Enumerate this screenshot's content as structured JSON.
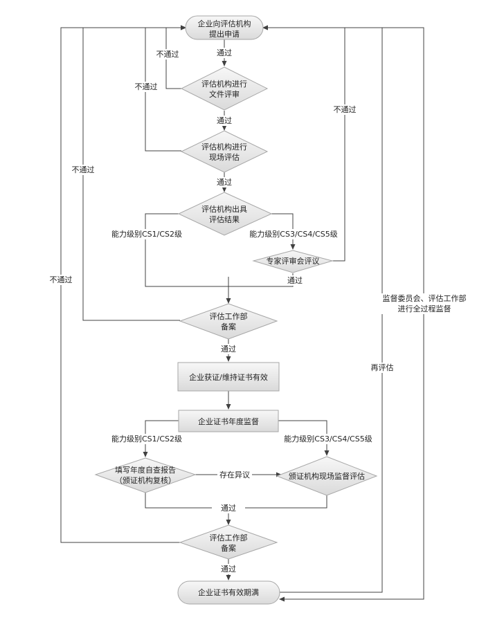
{
  "nodes": {
    "apply": {
      "lines": [
        "企业向评估机构",
        "提出申请"
      ]
    },
    "doc": {
      "lines": [
        "评估机构进行",
        "文件评审"
      ]
    },
    "site": {
      "lines": [
        "评估机构进行",
        "现场评估"
      ]
    },
    "result": {
      "lines": [
        "评估机构出具",
        "评估结果"
      ]
    },
    "expert": {
      "lines": [
        "专家评审会评议"
      ]
    },
    "record1": {
      "lines": [
        "评估工作部",
        "备案"
      ]
    },
    "cert": {
      "lines": [
        "企业获证/维持证书有效"
      ]
    },
    "annual": {
      "lines": [
        "企业证书年度监督"
      ]
    },
    "self": {
      "lines": [
        "填写年度自查报告",
        "（颁证机构复核）"
      ]
    },
    "onsite": {
      "lines": [
        "颁证机构现场监督评估"
      ]
    },
    "record2": {
      "lines": [
        "评估工作部",
        "备案"
      ]
    },
    "expire": {
      "lines": [
        "企业证书有效期满"
      ]
    }
  },
  "labels": {
    "pass_1": "通过",
    "fail_doc": "不通过",
    "pass_2": "通过",
    "fail_site": "不通过",
    "pass_3": "通过",
    "level_low": "能力级别CS1/CS2级",
    "level_high": "能力级别CS3/CS4/CS5级",
    "fail_expert": "不通过",
    "pass_expert": "通过",
    "fail_record1": "不通过",
    "pass_4": "通过",
    "level_low_2": "能力级别CS1/CS2级",
    "level_high_2": "能力级别CS3/CS4/CS5级",
    "dispute": "存在异议",
    "pass_5": "通过",
    "fail_record2": "不通过",
    "pass_6": "通过",
    "reassess": "再评估",
    "supervise_1": "监督委员会、评估工作部",
    "supervise_2": "进行全过程监督"
  }
}
